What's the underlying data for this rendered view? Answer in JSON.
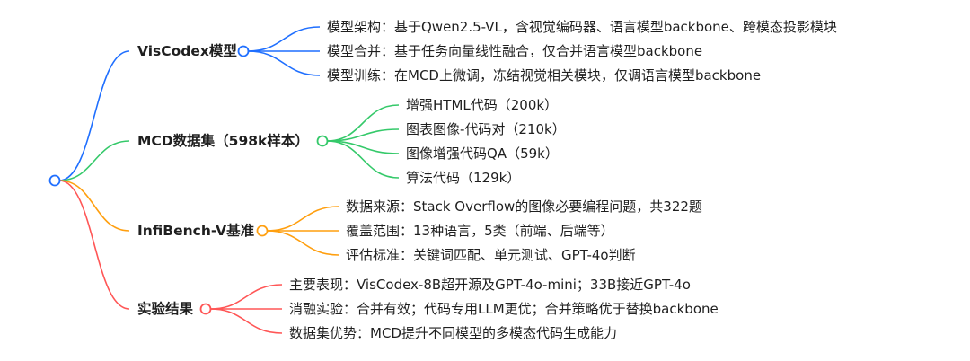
{
  "colors": {
    "blue": "#1f6fff",
    "green": "#35c96a",
    "orange": "#ff9f0f",
    "red": "#ff5656"
  },
  "branches": [
    {
      "label": "VisCodex模型",
      "color": "#1f6fff",
      "children": [
        "模型架构：基于Qwen2.5-VL，含视觉编码器、语言模型backbone、跨模态投影模块",
        "模型合并：基于任务向量线性融合，仅合并语言模型backbone",
        "模型训练：在MCD上微调，冻结视觉相关模块，仅调语言模型backbone"
      ]
    },
    {
      "label": "MCD数据集（598k样本）",
      "color": "#35c96a",
      "children": [
        "增强HTML代码（200k）",
        "图表图像-代码对（210k）",
        "图像增强代码QA（59k）",
        "算法代码（129k）"
      ]
    },
    {
      "label": "InfiBench-V基准",
      "color": "#ff9f0f",
      "children": [
        "数据来源：Stack Overflow的图像必要编程问题，共322题",
        "覆盖范围：13种语言，5类（前端、后端等）",
        "评估标准：关键词匹配、单元测试、GPT-4o判断"
      ]
    },
    {
      "label": "实验结果",
      "color": "#ff5656",
      "children": [
        "主要表现：VisCodex-8B超开源及GPT-4o-mini；33B接近GPT-4o",
        "消融实验：合并有效；代码专用LLM更优；合并策略优于替换backbone",
        "数据集优势：MCD提升不同模型的多模态代码生成能力"
      ]
    }
  ]
}
